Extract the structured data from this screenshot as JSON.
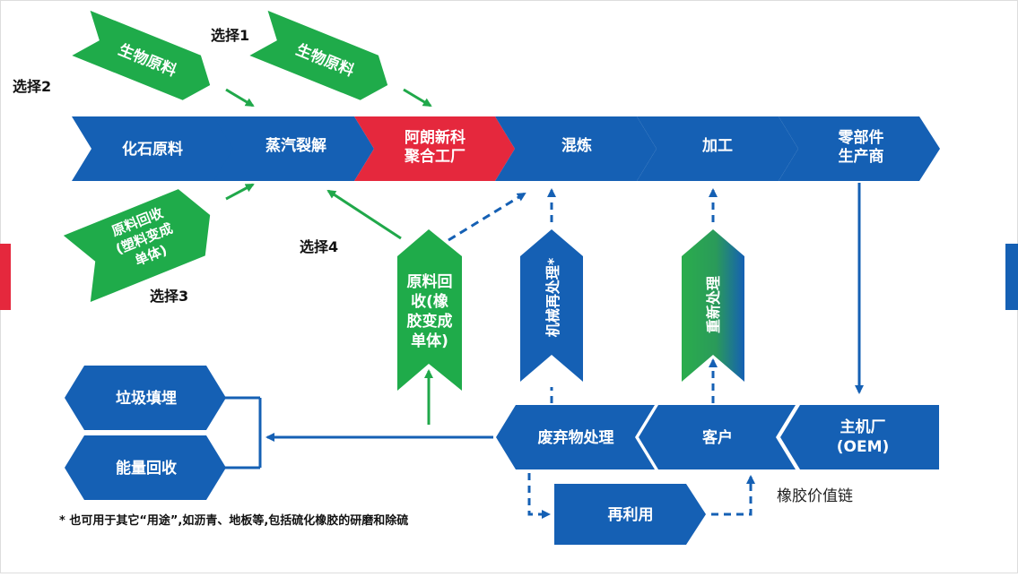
{
  "colors": {
    "blue": "#1560b4",
    "green": "#1fab4a",
    "red": "#e5283d",
    "dark_green_arrow": "#20a84a",
    "text_dark": "#111111",
    "white": "#ffffff"
  },
  "main_chain": {
    "fossil_raw": "化石原料",
    "steam_cracking": "蒸汽裂解",
    "arlanxeo_1": "阿朗新科",
    "arlanxeo_2": "聚合工厂",
    "compounding": "混炼",
    "processing": "加工",
    "parts_1": "零部件",
    "parts_2": "生产商"
  },
  "bio_inputs": {
    "bio_left": "生物原料",
    "bio_right": "生物原料"
  },
  "recycle_plastic": {
    "line1": "原料回收",
    "line2": "(塑料变成",
    "line3": "单体)"
  },
  "choices": {
    "choice1": "选择1",
    "choice2": "选择2",
    "choice3": "选择3",
    "choice4": "选择4"
  },
  "vertical_boxes": {
    "rubber_recycle": [
      "原料回",
      "收(橡",
      "胶变成",
      "单体)"
    ],
    "mechanical": "机械再处理*",
    "reprocess": "重新处理"
  },
  "bottom_chain": {
    "oem_1": "主机厂",
    "oem_2": "(OEM)",
    "customer": "客户",
    "waste_treatment": "废弃物处理",
    "reuse": "再利用",
    "landfill": "垃圾填埋",
    "energy_recovery": "能量回收"
  },
  "value_chain_label": "橡胶价值链",
  "footnote": "* 也可用于其它“用途”,如沥青、地板等,包括硫化橡胶的研磨和除硫"
}
